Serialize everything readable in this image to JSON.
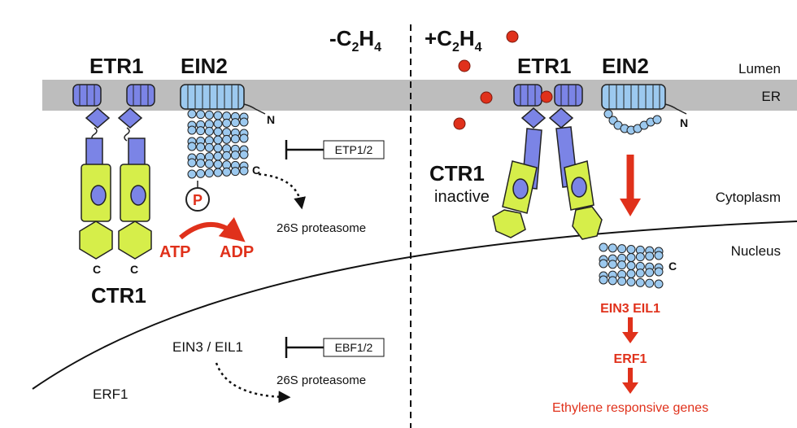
{
  "conditions": {
    "minus_prefix": "-C",
    "plus_prefix": "+C",
    "sub_2": "2",
    "sub_H": "H",
    "sub_4": "4"
  },
  "compartments": {
    "lumen": "Lumen",
    "er": "ER",
    "cytoplasm": "Cytoplasm",
    "nucleus": "Nucleus"
  },
  "left": {
    "etr1": "ETR1",
    "ein2": "EIN2",
    "ctr1": "CTR1",
    "n_terminus": "N",
    "c_terminus": "C",
    "ctr1_c1": "C",
    "ctr1_c2": "C",
    "phospho": "P",
    "atp": "ATP",
    "adp": "ADP",
    "etp": "ETP1/2",
    "proteasome_1": "26S proteasome",
    "ein3_eil1": "EIN3 / EIL1",
    "ebf": "EBF1/2",
    "proteasome_2": "26S proteasome",
    "erf1": "ERF1"
  },
  "right": {
    "etr1": "ETR1",
    "ein2": "EIN2",
    "ctr1": "CTR1",
    "inactive": "inactive",
    "n_terminus": "N",
    "c_terminus": "C",
    "ein3_eil1": "EIN3 EIL1",
    "erf1": "ERF1",
    "genes": "Ethylene responsive genes"
  },
  "colors": {
    "receptor": "#7b84e6",
    "ein2": "#9cc9ef",
    "ctr1": "#d6ee4a",
    "er_band": "#bdbdbd",
    "ethylene": "#e0311b",
    "arrow": "#e0311b"
  }
}
